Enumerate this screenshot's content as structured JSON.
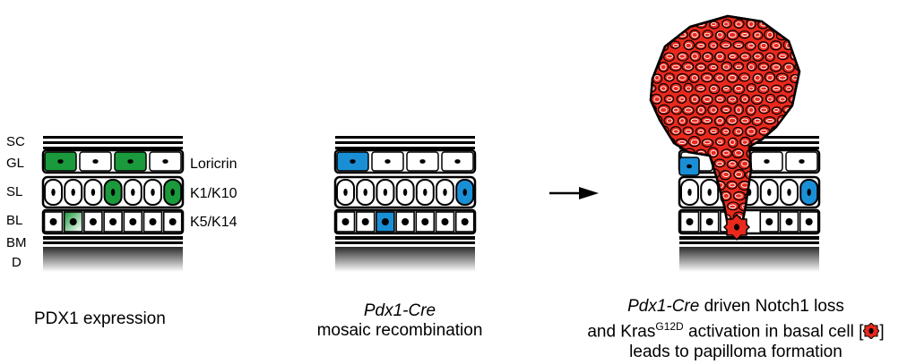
{
  "colors": {
    "green": "#1a9a3c",
    "blue": "#1a8fd6",
    "red": "#e8291c",
    "outline": "#000000"
  },
  "layer_labels": {
    "sc": "SC",
    "gl": "GL",
    "sl": "SL",
    "bl": "BL",
    "bm": "BM",
    "d": "D"
  },
  "marker_labels": {
    "loricrin": "Loricrin",
    "k1_k10": "K1/K10",
    "k5_k14": "K5/K14"
  },
  "panel1": {
    "caption": "PDX1 expression",
    "gl_green": [
      0,
      2
    ],
    "sl_green": [
      3,
      6
    ],
    "bl_fade": 1
  },
  "panel2": {
    "caption_italic": "Pdx1-Cre",
    "caption_rest": "mosaic recombination",
    "gl_blue": [
      0
    ],
    "sl_blue": [
      6
    ],
    "bl_blue": [
      2
    ]
  },
  "panel3": {
    "caption_line1_italic": "Pdx1-Cre",
    "caption_line1_rest": " driven Notch1 loss",
    "caption_line2_pre": "and Kras",
    "caption_line2_sup": "G12D",
    "caption_line2_post": " activation in basal cell [",
    "caption_line2_close": "]",
    "caption_line3": "leads to papilloma formation"
  },
  "arrow_icon": "right-arrow-icon"
}
